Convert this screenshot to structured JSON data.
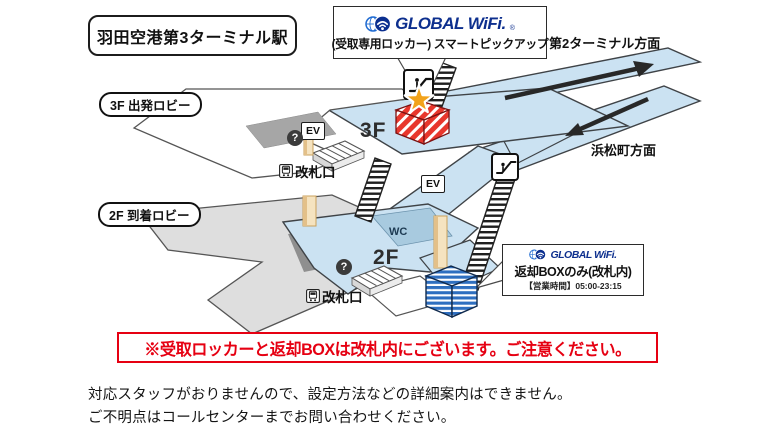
{
  "station": {
    "title": "羽田空港第3ターミナル駅"
  },
  "pickup_callout": {
    "brand": "GLOBAL WiFi.",
    "reg": "®",
    "sub": "(受取専用ロッカー) スマートピックアップ"
  },
  "return_callout": {
    "brand": "GLOBAL WiFi.",
    "reg": "®",
    "line1": "返却BOXのみ(改札内)",
    "hours": "【営業時間】05:00-23:15"
  },
  "directions": {
    "terminal2": "第2ターミナル方面",
    "hamamatsucho": "浜松町方面"
  },
  "labels": {
    "lobby3f": "3F 出発ロビー",
    "lobby2f": "2F 到着ロビー",
    "floor3": "3F",
    "floor2": "2F",
    "wc": "WC",
    "ev": "EV",
    "gate": "改札口",
    "question": "?"
  },
  "warning": {
    "text": "※受取ロッカーと返却BOXは改札内にございます。ご注意ください。"
  },
  "notes": {
    "line1": "対応スタッフがおりませんので、設定方法などの詳細案内はできません。",
    "line2": "ご不明点はコールセンターまでお問い合わせください。"
  },
  "icons": {
    "logo": "globalwifi-globe-wifi-icon",
    "escalator": "escalator-icon",
    "train": "train-gate-icon",
    "question": "question-icon",
    "pickup_locker": "pickup-locker-box",
    "return_box": "return-box",
    "star": "star-marker"
  },
  "colors": {
    "platform_blue": "#cbe2f2",
    "wc_blue": "#a8cadf",
    "lobby_gray": "#dedede",
    "dark_gray": "#8f8f8f",
    "wall_gray": "#a6a6a6",
    "pickup_red": "#e8372d",
    "return_blue": "#2e6fc0",
    "star_orange": "#f2a31b",
    "brand_navy": "#0d2f8e",
    "warning_red": "#e60012",
    "column_tan": "#f5e3c0"
  }
}
